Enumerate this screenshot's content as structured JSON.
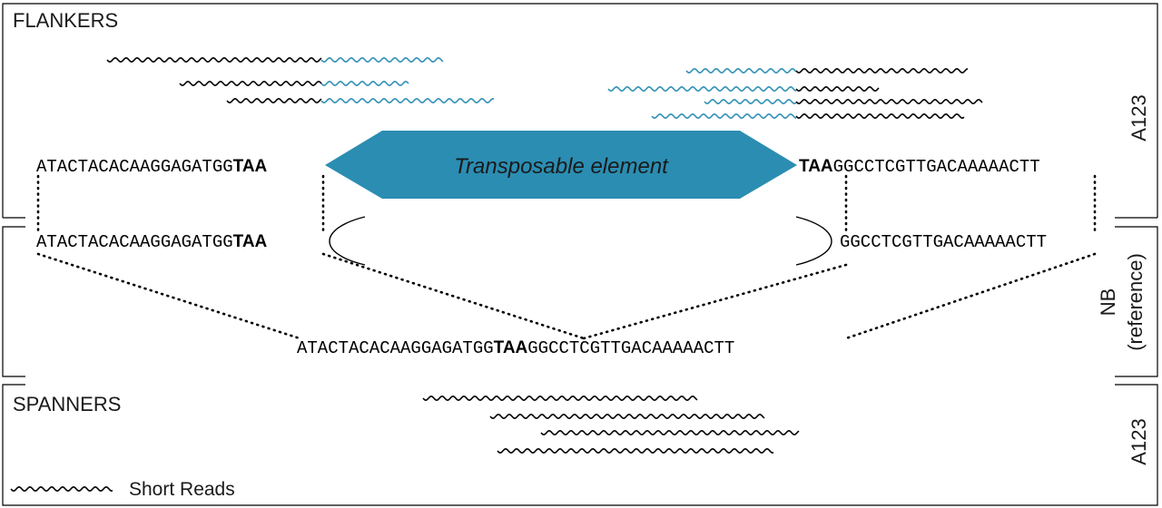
{
  "panels": {
    "top_label": "FLANKERS",
    "top_side_label": "A123",
    "mid_side_label_1": "NB",
    "mid_side_label_2": "(reference)",
    "bottom_label": "SPANNERS",
    "bottom_side_label": "A123"
  },
  "legend": {
    "short_reads": "Short Reads"
  },
  "transposable_element": {
    "label": "Transposable element",
    "color": "#2b8db2"
  },
  "sequences": {
    "left_flank": "ATACTACACAAGGAGATGG",
    "tsd": "TAA",
    "right_flank": "GGCCTCGTTGACAAAAACTT",
    "reference_left": "ATACTACACAAGGAGATGG",
    "reference_right": "GGCCTCGTTGACAAAAACTT"
  },
  "colors": {
    "read_genome": "#000000",
    "read_te": "#2f90b5"
  }
}
